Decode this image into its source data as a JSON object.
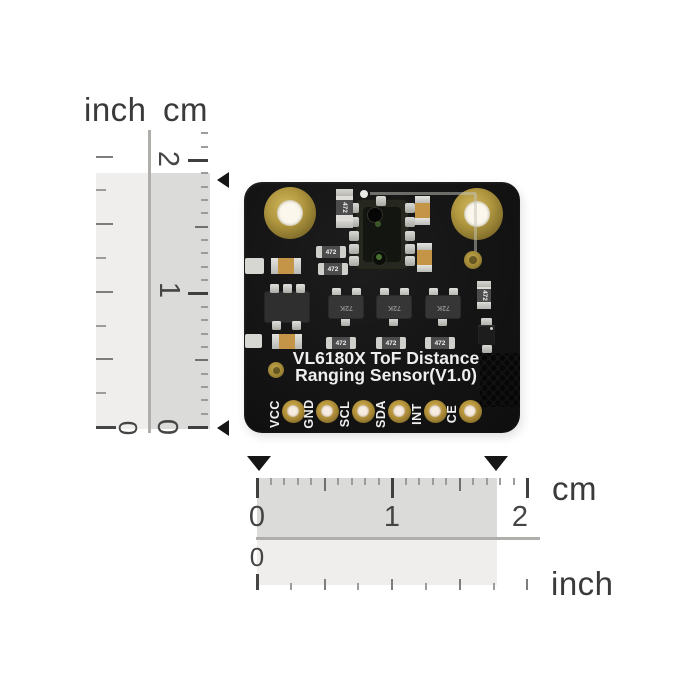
{
  "left_ruler": {
    "inch_label": "inch",
    "cm_label": "cm",
    "cm_numbers": [
      "2",
      "1",
      "0"
    ],
    "inch_zero": "0"
  },
  "bottom_ruler": {
    "cm_label": "cm",
    "inch_label": "inch",
    "cm_numbers": [
      "0",
      "1",
      "2"
    ],
    "inch_zero": "0"
  },
  "pcb": {
    "silkscreen": {
      "line1": "VL6180X ToF Distance",
      "line2": "Ranging Sensor(V1.0)"
    },
    "pins": [
      "VCC",
      "GND",
      "SCL",
      "SDA",
      "INT",
      "CE"
    ],
    "component_codes": {
      "resistor": "472",
      "transistor": "72K"
    },
    "colors": {
      "board": "#151515",
      "gold_pad": "#b1973f",
      "silkscreen_white": "#eeeeee",
      "capacitor_tan": "#c59547",
      "ruler_strip_cm": "#dbdbd9",
      "ruler_strip_inch": "#efeeec"
    }
  }
}
